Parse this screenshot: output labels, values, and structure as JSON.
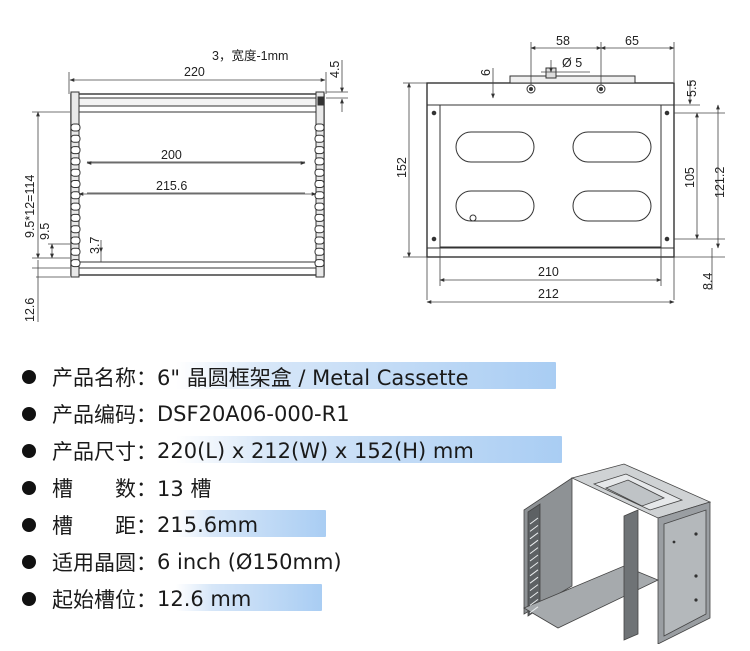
{
  "drawing": {
    "front_view": {
      "top_note": "3，宽度-1mm",
      "dims": {
        "overall_width": "220",
        "top_gap": "4.5",
        "inner_width": "200",
        "slot_pitch": "215.6",
        "pitch_total": "9.5*12=114",
        "pitch": "9.5",
        "bottom_gap": "3.7",
        "first_slot": "12.6"
      }
    },
    "side_view": {
      "dims": {
        "hole_spacing": "58",
        "hole_offset": "65",
        "hole_diameter": "Ø 5",
        "top_offset": "6",
        "height": "152",
        "top_margin": "5.5",
        "slot_height": "105",
        "inner_height": "121.2",
        "base_width": "210",
        "overall_width": "212",
        "bottom_margin": "8.4"
      }
    }
  },
  "specs": [
    {
      "label": "产品名称：",
      "value": "6\" 晶圆框架盒 / Metal Cassette",
      "highlight": true,
      "hl_width": 380
    },
    {
      "label": "产品编码：",
      "value": "DSF20A06-000-R1",
      "highlight": false
    },
    {
      "label": "产品尺寸：",
      "value": "220(L) x 212(W) x 152(H) mm",
      "highlight": true,
      "hl_width": 386
    },
    {
      "label": "槽　　数：",
      "value": "13 槽",
      "highlight": false
    },
    {
      "label": "槽　　距：",
      "value": "215.6mm",
      "highlight": true,
      "hl_width": 150
    },
    {
      "label": "适用晶圆：",
      "value": "6 inch (Ø150mm)",
      "highlight": false
    },
    {
      "label": "起始槽位：",
      "value": "12.6 mm",
      "highlight": true,
      "hl_width": 146
    }
  ],
  "photo": {
    "icon": "metal-cassette-3d-illustration"
  }
}
